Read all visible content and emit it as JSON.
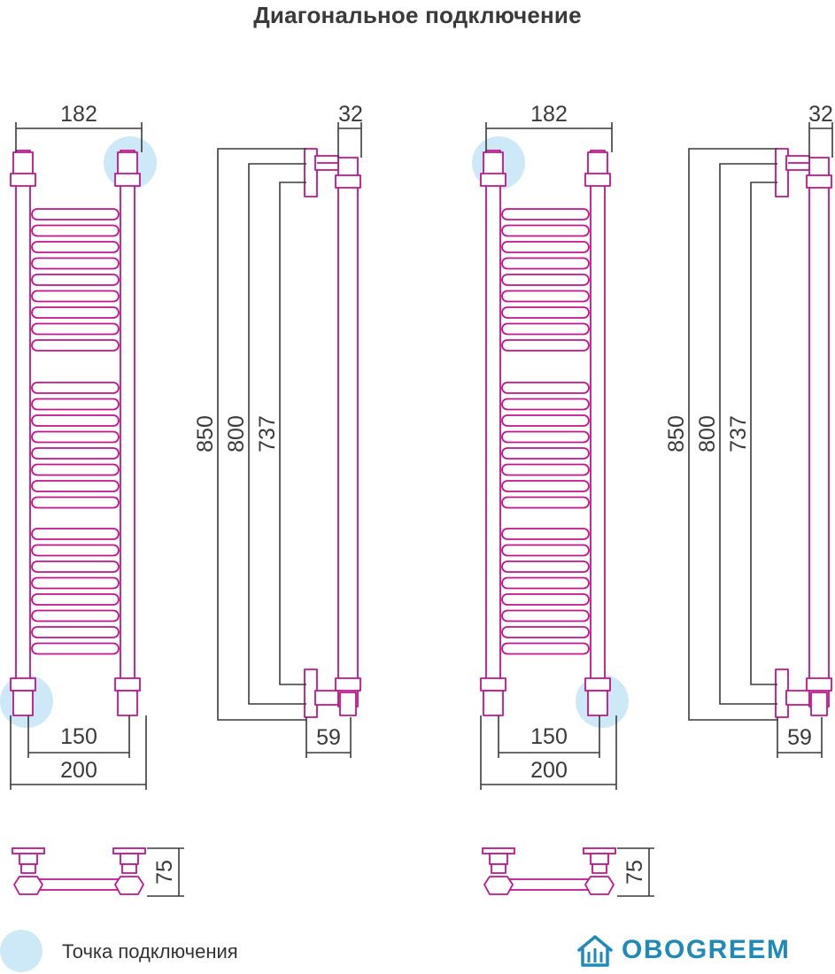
{
  "title": "Диагональное подключение",
  "colors": {
    "pipe": "#c0138e",
    "dimension": "#3a3a3a",
    "connection_point": "#cde8f6",
    "brand": "#1f8ab8"
  },
  "front_view": {
    "width_top": "182",
    "axis_distance": "150",
    "width_bottom": "200"
  },
  "side_view": {
    "depth_top": "32",
    "height_total": "850",
    "height_mid": "800",
    "height_inner": "737",
    "depth_bottom": "59"
  },
  "bottom_view": {
    "mount_offset": "75"
  },
  "legend": {
    "label": "Точка подключения",
    "icon": "connection-point-circle"
  },
  "brand": {
    "name": "OBOGREEM",
    "icon": "house-logo-icon"
  }
}
